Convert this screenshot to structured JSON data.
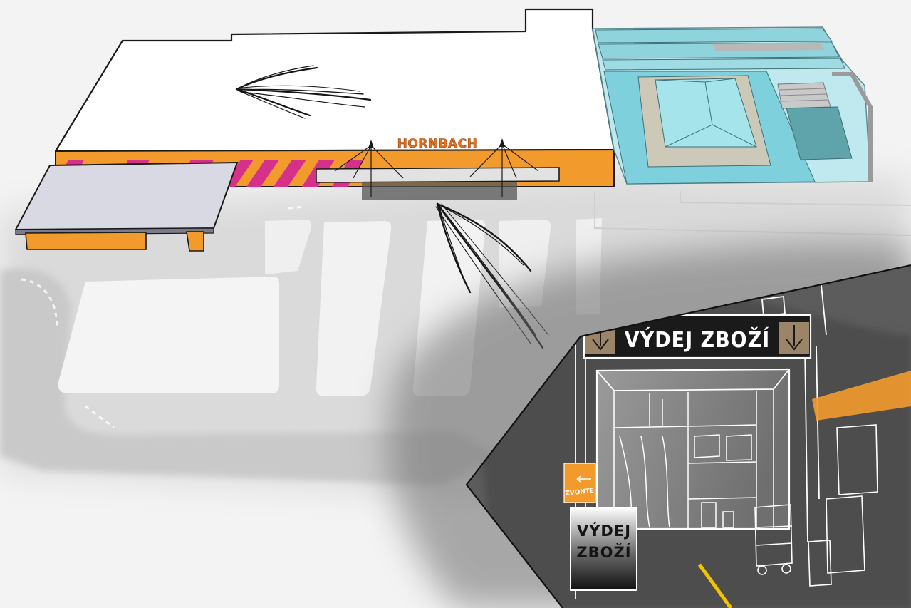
{
  "store": {
    "brand_sign": "HORNBACH"
  },
  "pickup_detail": {
    "banner_text": "VÝDEJ ZBOŽÍ",
    "bell_label": "ZVONTE",
    "sign_line1": "VÝDEJ",
    "sign_line2": "ZBOŽÍ"
  },
  "colors": {
    "brand_orange": "#f39a2c",
    "stripe_magenta": "#d6318a",
    "glass_cyan": "#a8e3ea",
    "canopy_grey": "#d8d9e3",
    "banner_black": "#151515",
    "line_yellow": "#f2c400"
  },
  "icons": {
    "route_arrow_1": "arrow-left-sketch",
    "route_arrow_2": "arrow-up-sketch",
    "banner_icons": "arrow-down-icon"
  }
}
